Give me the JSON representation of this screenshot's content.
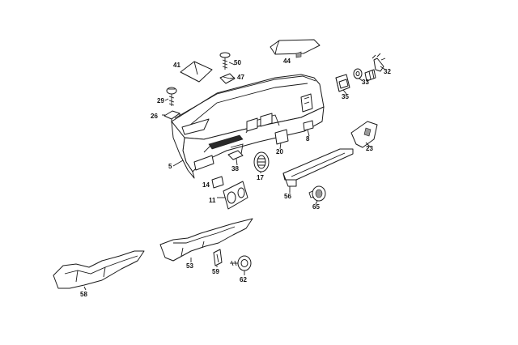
{
  "colors": {
    "ink": "#1a1a1a",
    "background": "#ffffff",
    "shading": "#9a9a9a"
  },
  "callouts": {
    "c5": "5",
    "c8": "8",
    "c11": "11",
    "c14": "14",
    "c17": "17",
    "c20": "20",
    "c23": "23",
    "c26": "26",
    "c29": "29",
    "c32": "32",
    "c33": "33",
    "c35": "35",
    "c38": "38",
    "c41": "41",
    "c44": "44",
    "c47": "47",
    "c50": "50",
    "c53": "53",
    "c56": "56",
    "c58": "58",
    "c59": "59",
    "c62": "62",
    "c65": "65"
  }
}
